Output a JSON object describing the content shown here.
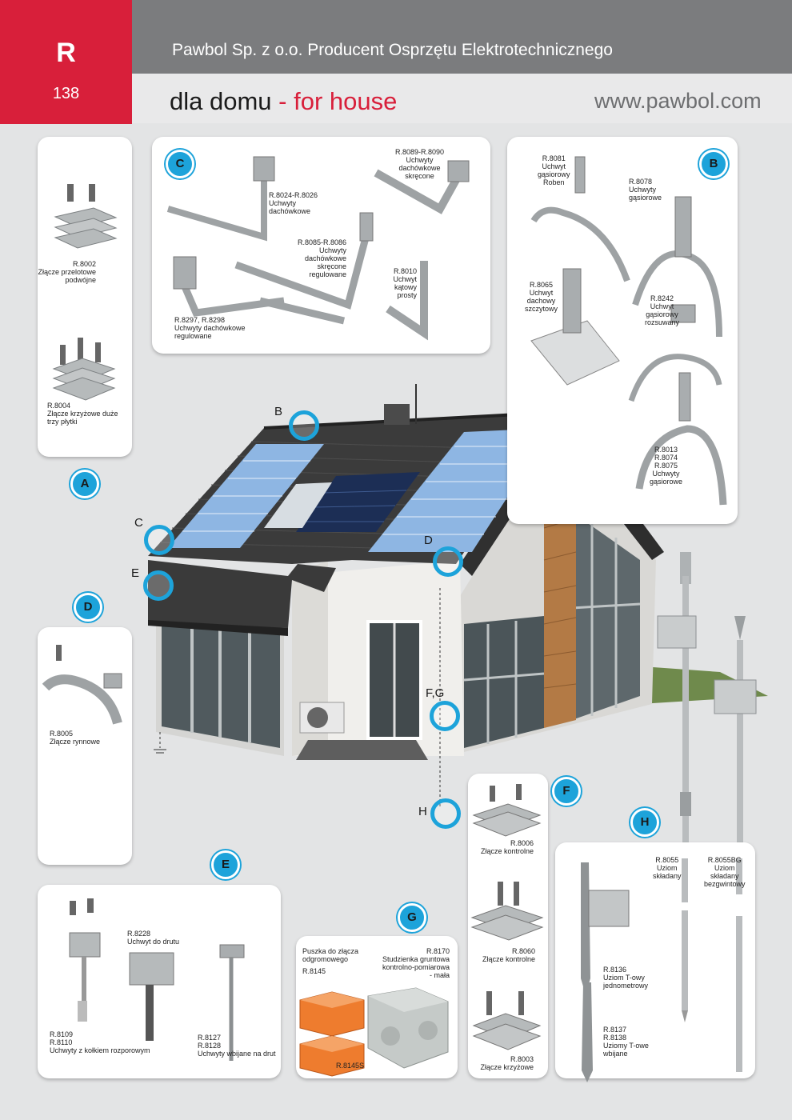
{
  "header": {
    "section_letter": "R",
    "page_number": "138",
    "company": "Pawbol Sp. z o.o. Producent Osprzętu Elektrotechnicznego",
    "title_pl": "dla domu",
    "title_en": "- for house",
    "website": "www.pawbol.com"
  },
  "house_markers": {
    "A": "A",
    "B": "B",
    "C": "C",
    "D": "D",
    "E": "E",
    "FG": "F,G",
    "H": "H"
  },
  "panel_A": {
    "badge": "A",
    "items": [
      {
        "text": "R.8002\nZłącze przelotowe\npodwójne"
      },
      {
        "text": "R.8004\nZłącze krzyżowe duże\ntrzy płytki"
      }
    ]
  },
  "panel_C": {
    "badge": "C",
    "items": [
      {
        "text": "R.8024-R.8026\nUchwyty\ndachówkowe"
      },
      {
        "text": "R.8089-R.8090\nUchwyty\ndachówkowe\nskręcone"
      },
      {
        "text": "R.8085-R.8086\nUchwyty\ndachówkowe\nskręcone\nregulowane"
      },
      {
        "text": "R.8010\nUchwyt\nkątowy\nprosty"
      },
      {
        "text": "R.8297, R.8298\nUchwyty dachówkowe\nregulowane"
      }
    ]
  },
  "panel_B": {
    "badge": "B",
    "items": [
      {
        "text": "R.8081\nUchwyt\ngąsiorowy\nRoben"
      },
      {
        "text": "R.8078\nUchwyty\ngąsiorowe"
      },
      {
        "text": "R.8065\nUchwyt\ndachowy\nszczytowy"
      },
      {
        "text": "R.8242\nUchwyt\ngąsiorowy\nrozsuwany"
      },
      {
        "text": "R.8013\nR.8074\nR.8075\nUchwyty\ngąsiorowe"
      }
    ]
  },
  "panel_D": {
    "badge": "D",
    "items": [
      {
        "text": "R.8005\nZłącze rynnowe"
      }
    ]
  },
  "panel_E": {
    "badge": "E",
    "items": [
      {
        "text": "R.8228\nUchwyt do drutu"
      },
      {
        "text": "R.8109\nR.8110\nUchwyty z kołkiem rozporowym"
      },
      {
        "text": "R.8127\nR.8128\nUchwyty wbijane na drut"
      }
    ]
  },
  "panel_G": {
    "badge": "G",
    "items": [
      {
        "text": "Puszka do złącza\nodgromowego"
      },
      {
        "text": "R.8170\nStudzienka gruntowa\nkontrolno-pomiarowa\n- mała"
      },
      {
        "text": "R.8145"
      },
      {
        "text": "R.8145S"
      }
    ]
  },
  "panel_F": {
    "badge": "F",
    "items": [
      {
        "text": "R.8006\nZłącze kontrolne"
      },
      {
        "text": "R.8060\nZłącze kontrolne"
      },
      {
        "text": "R.8003\nZłącze krzyżowe"
      }
    ]
  },
  "panel_H": {
    "badge": "H",
    "items": [
      {
        "text": "R.8055\nUziom\nskładany"
      },
      {
        "text": "R.8055BG\nUziom\nskładany\nbezgwintowy"
      },
      {
        "text": "R.8136\nUziom T-owy\njednometrowy"
      },
      {
        "text": "R.8137\nR.8138\nUziomy T-owe\nwbijane"
      }
    ]
  }
}
